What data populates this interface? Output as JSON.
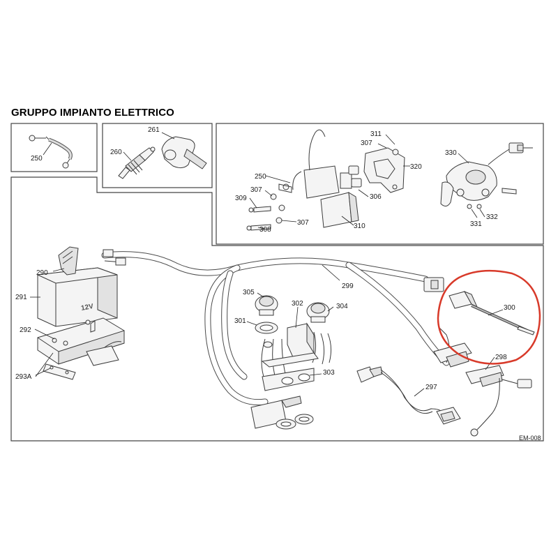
{
  "title": "GRUPPO IMPIANTO ELETTRICO",
  "code": "EM-008",
  "highlight_color": "#d83a2a",
  "labels": {
    "p250a": "250",
    "p260": "260",
    "p261": "261",
    "p311": "311",
    "p307a": "307",
    "p320": "320",
    "p250b": "250",
    "p307b": "307",
    "p309": "309",
    "p306": "306",
    "p307c": "307",
    "p308": "308",
    "p310": "310",
    "p330": "330",
    "p332": "332",
    "p331": "331",
    "p290": "290",
    "p291": "291",
    "p292": "292",
    "p293a": "293A",
    "p299": "299",
    "p305": "305",
    "p302": "302",
    "p304": "304",
    "p301": "301",
    "p303": "303",
    "p300": "300",
    "p298": "298",
    "p297": "297"
  },
  "battery_marking": "12V"
}
